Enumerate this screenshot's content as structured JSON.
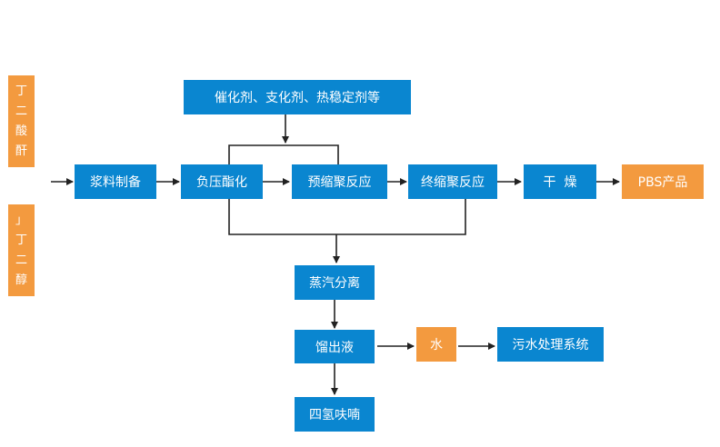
{
  "inputs": {
    "top_material": [
      "丁",
      "二",
      "酸",
      "酐"
    ],
    "bottom_material": [
      "」",
      "丁",
      "二",
      "醇"
    ]
  },
  "additives": "催化剂、支化剂、热稳定剂等",
  "steps": {
    "slurry": "浆料制备",
    "esterification": "负压酯化",
    "precondensation": "预缩聚反应",
    "final_condensation": "终缩聚反应",
    "drying": "干  燥",
    "product": "PBS产品",
    "vapor_separation": "蒸汽分离",
    "distillate": "馏出液",
    "water": "水",
    "wastewater": "污水处理系统",
    "thf": "四氢呋喃"
  },
  "colors": {
    "process": "#0a86d0",
    "material": "#f39a3f",
    "line": "#222222"
  }
}
